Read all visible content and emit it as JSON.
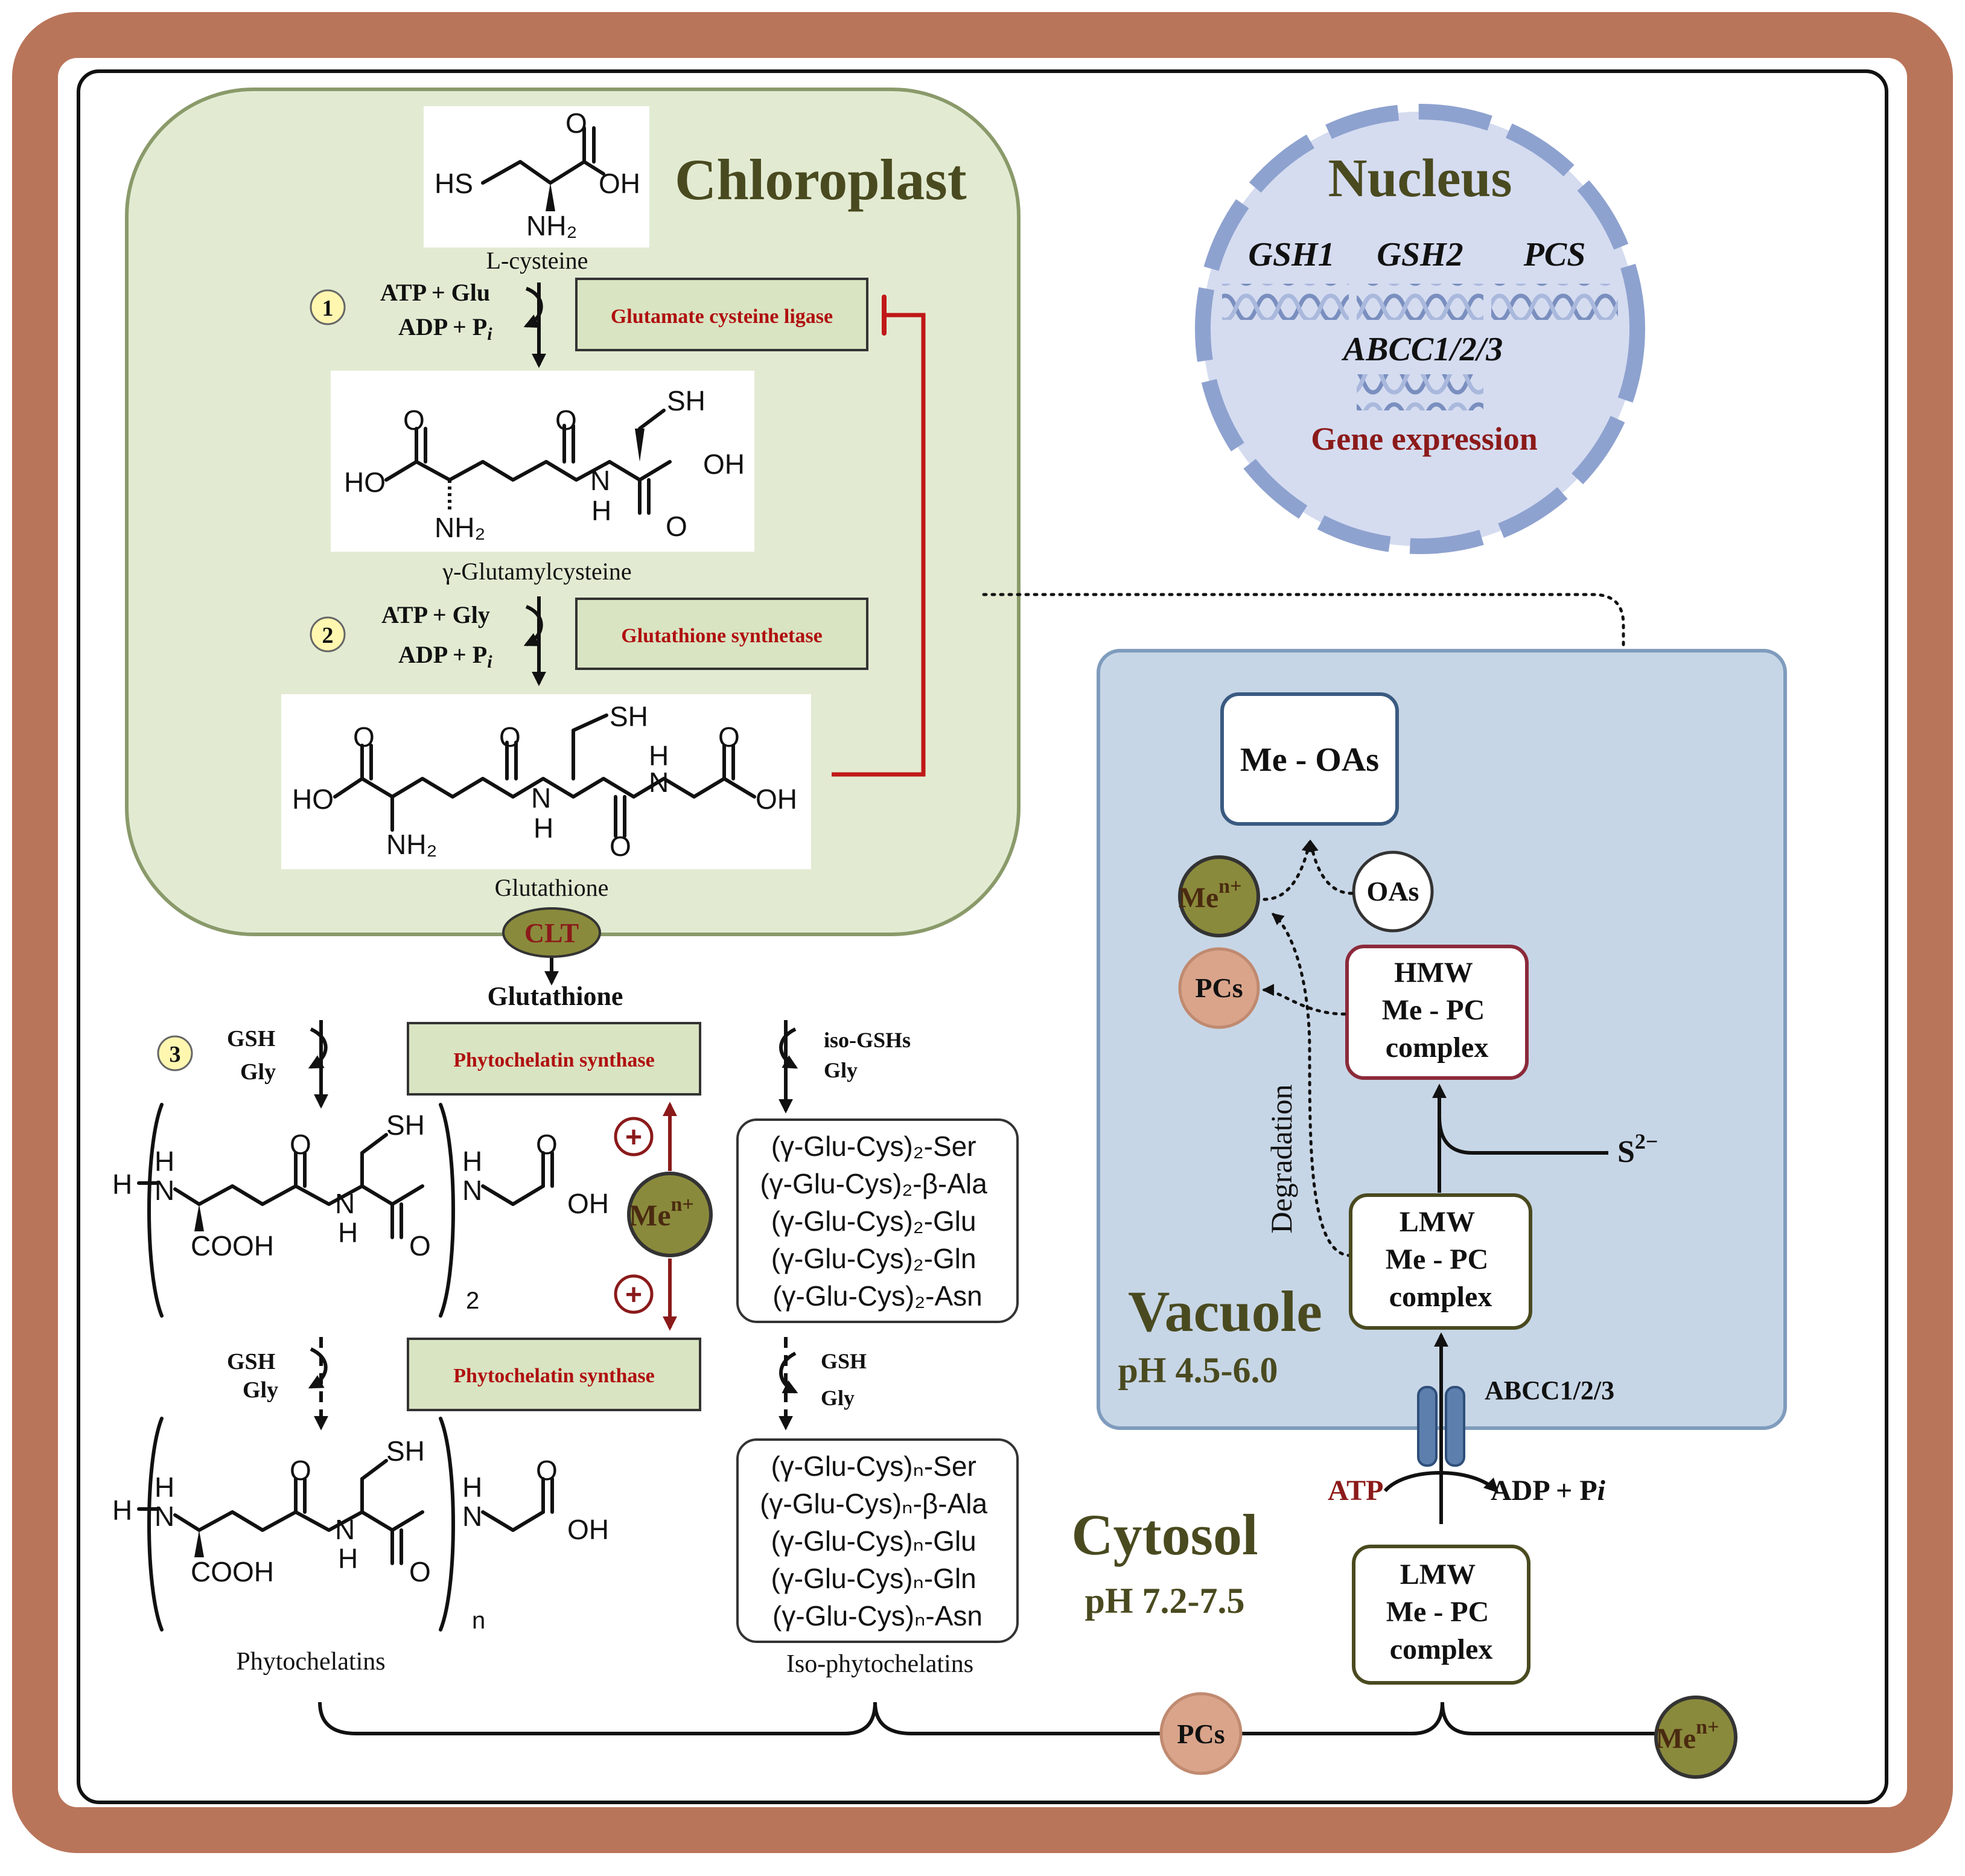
{
  "colors": {
    "frame": "#b9755a",
    "chloroplast_fill": "#e2ebd2",
    "enzyme_fill": "#d9e4c2",
    "enzyme_text": "#b01010",
    "nucleus_fill": "#d5dcf0",
    "nucleus_ring": "#8ea2cf",
    "vacuole_fill": "#c7d6e6",
    "metal_fill": "#8a8a3c",
    "pcs_fill": "#d9a48a",
    "olive_text": "#4a4a20",
    "inhibit_red": "#c01818",
    "maroon": "#8b1a1a"
  },
  "chloroplast": {
    "title": "Chloroplast",
    "mol1": {
      "name": "L-cysteine",
      "hs": "HS",
      "oh": "OH",
      "o": "O",
      "nh2": "NH₂"
    },
    "step1": {
      "num": "1",
      "in": "ATP + Glu",
      "out": "ADP + P",
      "out_sub": "i",
      "enzyme": "Glutamate cysteine ligase"
    },
    "mol2": {
      "name": "γ-Glutamylcysteine",
      "sh": "SH",
      "ho": "HO",
      "oh": "OH",
      "o": "O",
      "nh2": "NH₂",
      "n": "N",
      "h": "H"
    },
    "step2": {
      "num": "2",
      "in": "ATP + Gly",
      "out": "ADP + P",
      "out_sub": "i",
      "enzyme": "Glutathione synthetase"
    },
    "mol3": {
      "name": "Glutathione",
      "sh": "SH",
      "ho": "HO",
      "oh": "OH",
      "o": "O",
      "nh2": "NH₂",
      "n": "N",
      "h": "H"
    },
    "clt": "CLT"
  },
  "cytoplasm": {
    "glutathione": "Glutathione",
    "step3": {
      "num": "3",
      "gsh": "GSH",
      "gly": "Gly"
    },
    "enzyme_pcs": "Phytochelatin synthase",
    "metal": "Me",
    "metal_sup": "n+",
    "plus": "+",
    "pc_struct": {
      "h": "H",
      "n": "N",
      "sh": "SH",
      "cooh": "COOH",
      "oh": "OH",
      "o": "O",
      "sub2": "2",
      "subn": "n"
    },
    "phytochelatins": "Phytochelatins",
    "iso_in": {
      "a": "iso-GSHs",
      "b": "Gly"
    },
    "iso_in2": {
      "a": "GSH",
      "b": "Gly"
    },
    "iso2": [
      "(γ-Glu-Cys)₂-Ser",
      "(γ-Glu-Cys)₂-β-Ala",
      "(γ-Glu-Cys)₂-Glu",
      "(γ-Glu-Cys)₂-Gln",
      "(γ-Glu-Cys)₂-Asn"
    ],
    "ison": [
      "(γ-Glu-Cys)ₙ-Ser",
      "(γ-Glu-Cys)ₙ-β-Ala",
      "(γ-Glu-Cys)ₙ-Glu",
      "(γ-Glu-Cys)ₙ-Gln",
      "(γ-Glu-Cys)ₙ-Asn"
    ],
    "iso_label": "Iso-phytochelatins",
    "pcs_circle": "PCs"
  },
  "nucleus": {
    "title": "Nucleus",
    "genes": [
      "GSH1",
      "GSH2",
      "PCS"
    ],
    "gene4": "ABCC1/2/3",
    "expression": "Gene expression"
  },
  "vacuole": {
    "title": "Vacuole",
    "ph": "pH 4.5-6.0",
    "me_oas": "Me - OAs",
    "oas": "OAs",
    "pcs": "PCs",
    "hmw": [
      "HMW",
      "Me - PC",
      "complex"
    ],
    "lmw": [
      "LMW",
      "Me - PC",
      "complex"
    ],
    "degradation": "Degradation",
    "sulfide": "S",
    "sulfide_sup": "2−",
    "transporter": "ABCC1/2/3"
  },
  "cytosol": {
    "title": "Cytosol",
    "ph": "pH 7.2-7.5",
    "atp": "ATP",
    "adp": "ADP + P",
    "adp_sub": "i",
    "lmw": [
      "LMW",
      "Me - PC",
      "complex"
    ]
  }
}
